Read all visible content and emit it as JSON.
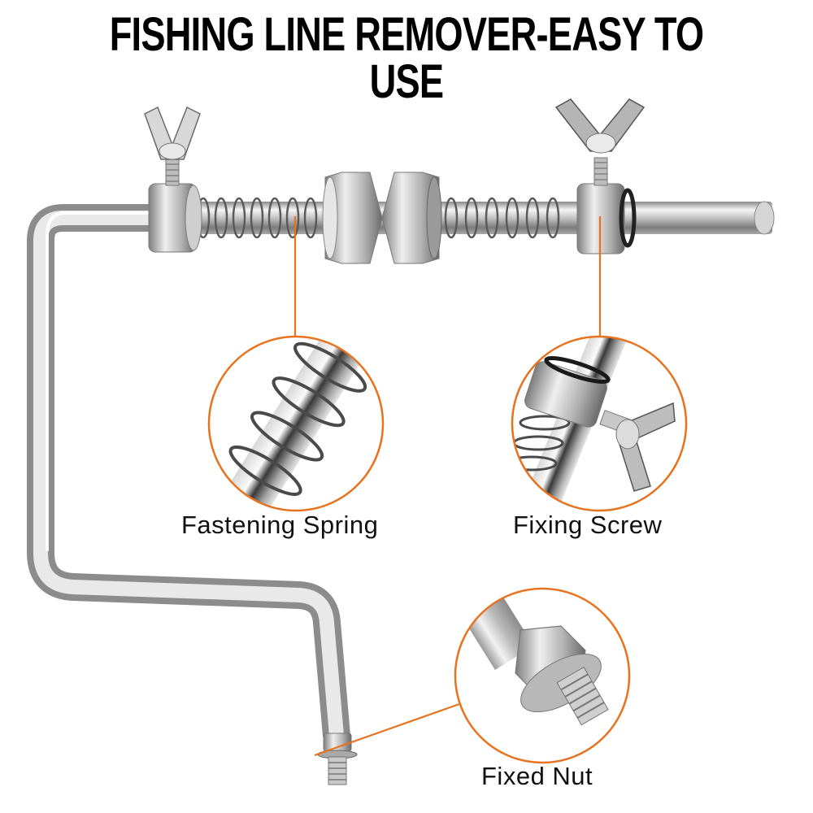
{
  "title": "FISHING LINE REMOVER-EASY TO USE",
  "callouts": [
    {
      "id": "spring",
      "label": "Fastening Spring"
    },
    {
      "id": "screw",
      "label": "Fixing Screw"
    },
    {
      "id": "nut",
      "label": "Fixed Nut"
    }
  ],
  "colors": {
    "accent": "#e8731e",
    "text": "#111111",
    "metal_light": "#f2f2f2",
    "metal_mid": "#bdbdbd",
    "metal_dark": "#6e6e6e",
    "background": "#ffffff"
  }
}
